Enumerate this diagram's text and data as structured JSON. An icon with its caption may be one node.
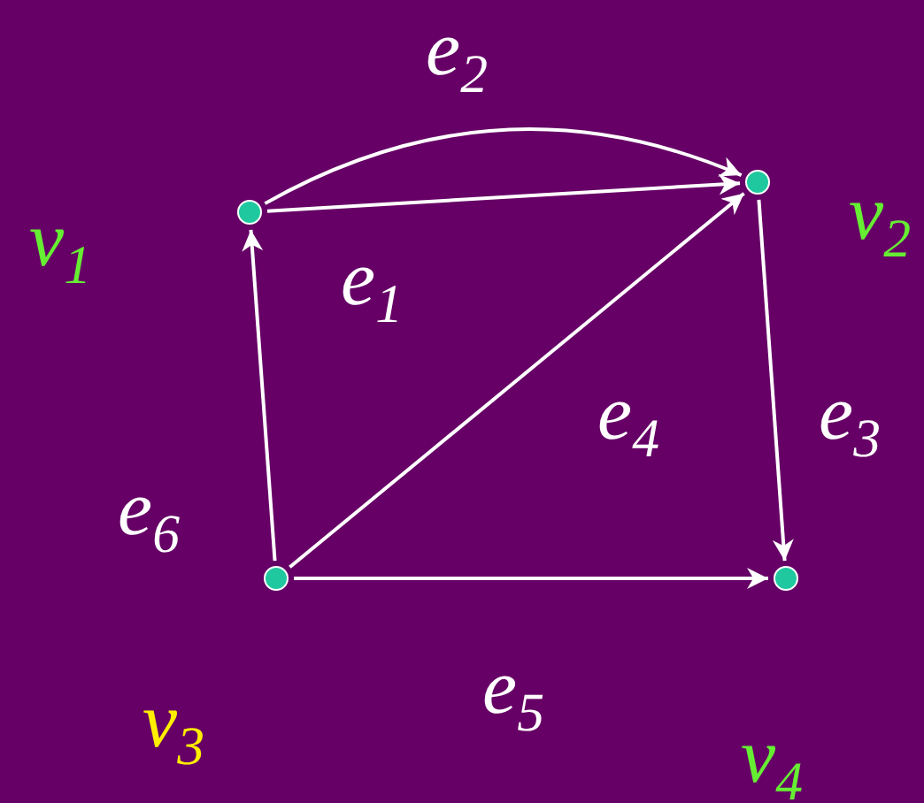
{
  "diagram": {
    "nodes": [
      {
        "text": [],
        "shape": "circle",
        "beside": [
          "v$_{1}$"
        ]
      },
      {
        "text": [],
        "shape": "circle",
        "beside": [
          "v$_{2}$"
        ]
      },
      {
        "text": [],
        "shape": "circle",
        "beside": [
          "v$_{3}$"
        ]
      },
      {
        "text": [],
        "shape": "circle",
        "beside": [
          "v$_{4}$"
        ]
      }
    ],
    "edges": [
      {
        "from": 0,
        "to": 1,
        "arrow": "to",
        "label": "e$_{1}$"
      },
      {
        "from": 0,
        "to": 1,
        "arrow": "to",
        "label": "e$_{2}$"
      },
      {
        "from": 1,
        "to": 3,
        "arrow": "to",
        "label": "e$_{3}$"
      },
      {
        "from": 2,
        "to": 1,
        "arrow": "to",
        "label": "e$_{4}$"
      },
      {
        "from": 2,
        "to": 3,
        "arrow": "to",
        "label": "e$_{5}$"
      },
      {
        "from": 2,
        "to": 0,
        "arrow": "to",
        "label": "e$_{6}$"
      }
    ]
  }
}
